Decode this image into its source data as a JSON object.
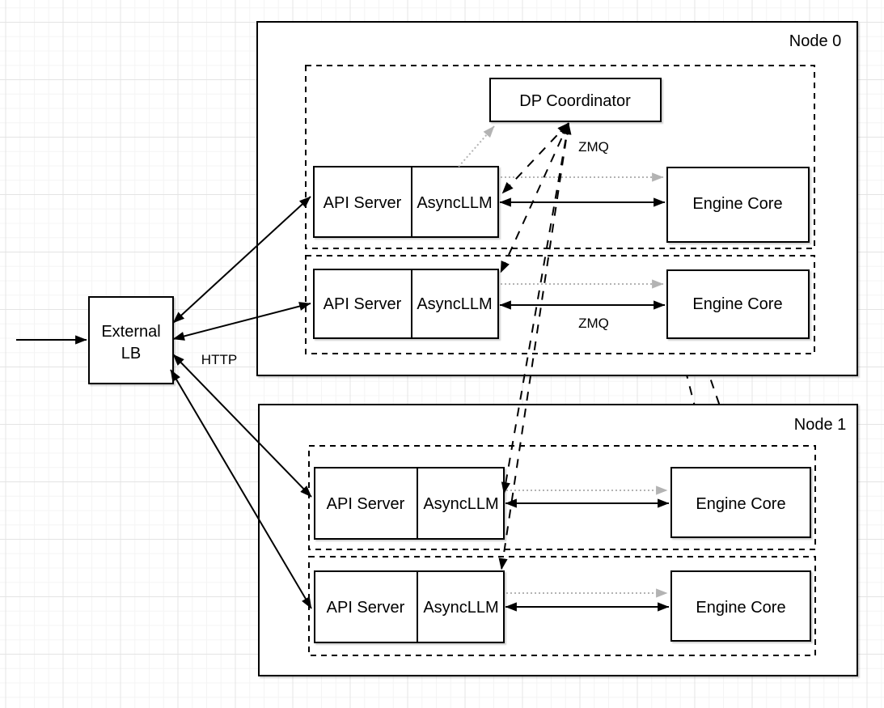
{
  "canvas": {
    "background": "#ffffff",
    "grid_minor_color": "#f4f4f4",
    "grid_major_color": "#e4e4e4"
  },
  "colors": {
    "line": "#000000",
    "muted_arrow": "#b3b3b3",
    "box_fill": "#ffffff"
  },
  "external_lb": {
    "line1": "External",
    "line2": "LB"
  },
  "dp_coordinator": {
    "label": "DP Coordinator"
  },
  "edge_labels": {
    "http": "HTTP",
    "zmq_coordinator": "ZMQ",
    "zmq_engine": "ZMQ"
  },
  "node0": {
    "title": "Node 0",
    "rows": [
      {
        "api_server": "API Server",
        "asyncllm": "AsyncLLM",
        "engine_core": "Engine Core"
      },
      {
        "api_server": "API Server",
        "asyncllm": "AsyncLLM",
        "engine_core": "Engine Core"
      }
    ]
  },
  "node1": {
    "title": "Node 1",
    "rows": [
      {
        "api_server": "API Server",
        "asyncllm": "AsyncLLM",
        "engine_core": "Engine Core"
      },
      {
        "api_server": "API Server",
        "asyncllm": "AsyncLLM",
        "engine_core": "Engine Core"
      }
    ]
  },
  "edges": [
    {
      "from": "client",
      "to": "External LB",
      "style": "solid",
      "arrows": "end"
    },
    {
      "from": "External LB",
      "to": "Node 0 row 1 API Server",
      "style": "solid",
      "arrows": "both",
      "label": "HTTP"
    },
    {
      "from": "External LB",
      "to": "Node 0 row 2 API Server",
      "style": "solid",
      "arrows": "both"
    },
    {
      "from": "External LB",
      "to": "Node 1 row 1 API Server",
      "style": "solid",
      "arrows": "both"
    },
    {
      "from": "External LB",
      "to": "Node 1 row 2 API Server",
      "style": "solid",
      "arrows": "both"
    },
    {
      "from": "AsyncLLM (node0 row1)",
      "to": "Engine Core (node0 row1)",
      "style": "solid",
      "arrows": "both"
    },
    {
      "from": "AsyncLLM (node0 row2)",
      "to": "Engine Core (node0 row2)",
      "style": "solid",
      "arrows": "both",
      "label": "ZMQ"
    },
    {
      "from": "AsyncLLM (node1 row1)",
      "to": "Engine Core (node1 row1)",
      "style": "solid",
      "arrows": "both"
    },
    {
      "from": "AsyncLLM (node1 row2)",
      "to": "Engine Core (node1 row2)",
      "style": "solid",
      "arrows": "both"
    },
    {
      "from": "AsyncLLM (node0 row1)",
      "to": "Engine Core (node0 row1)",
      "style": "dotted-gray",
      "arrows": "end"
    },
    {
      "from": "AsyncLLM (node0 row2)",
      "to": "Engine Core (node0 row2)",
      "style": "dotted-gray",
      "arrows": "end"
    },
    {
      "from": "AsyncLLM (node1 row1)",
      "to": "Engine Core (node1 row1)",
      "style": "dotted-gray",
      "arrows": "end"
    },
    {
      "from": "AsyncLLM (node1 row2)",
      "to": "Engine Core (node1 row2)",
      "style": "dotted-gray",
      "arrows": "end"
    },
    {
      "from": "AsyncLLM (node0 row1)",
      "to": "DP Coordinator",
      "style": "dotted-gray",
      "arrows": "end"
    },
    {
      "from": "DP Coordinator",
      "to": "AsyncLLM (node0 row1)",
      "style": "dashed",
      "arrows": "both",
      "label": "ZMQ"
    },
    {
      "from": "DP Coordinator",
      "to": "AsyncLLM (node0 row2)",
      "style": "dashed",
      "arrows": "both"
    },
    {
      "from": "DP Coordinator",
      "to": "AsyncLLM (node1 row1)",
      "style": "dashed",
      "arrows": "both"
    },
    {
      "from": "DP Coordinator",
      "to": "AsyncLLM (node1 row2)",
      "style": "dashed",
      "arrows": "both"
    },
    {
      "from": "DP Coordinator",
      "to": "Engine Core (node0 row1)",
      "style": "dashed",
      "arrows": "both"
    },
    {
      "from": "DP Coordinator",
      "to": "Engine Core (node0 row2)",
      "style": "dashed",
      "arrows": "both"
    },
    {
      "from": "DP Coordinator",
      "to": "Engine Core (node1 row1)",
      "style": "dashed",
      "arrows": "both"
    },
    {
      "from": "DP Coordinator",
      "to": "Engine Core (node1 row2)",
      "style": "dashed",
      "arrows": "both"
    }
  ]
}
